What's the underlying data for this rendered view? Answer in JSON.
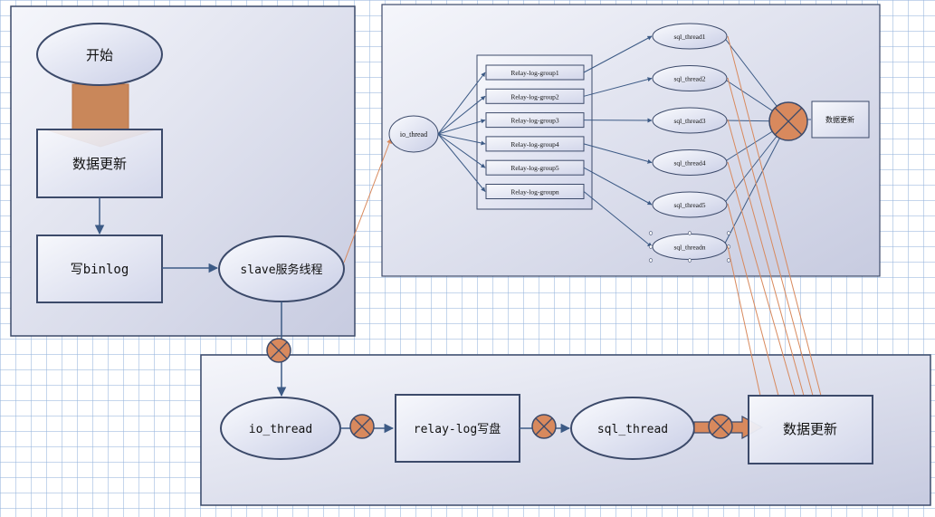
{
  "flow_left": {
    "start": "开始",
    "data_update": "数据更新",
    "write_binlog": "写binlog",
    "slave_thread": "slave服务线程"
  },
  "parallel": {
    "io_thread": "io_thread",
    "relay_groups": [
      "Relay-log-group1",
      "Relay-log-group2",
      "Relay-log-group3",
      "Relay-log-group4",
      "Relay-log-group5",
      "Relay-log-groupn"
    ],
    "sql_threads": [
      "sql_thread1",
      "sql_thread2",
      "sql_thread3",
      "sql_thread4",
      "sql_thread5",
      "sql_threadn"
    ],
    "data_update": "数据更新"
  },
  "serial": {
    "io_thread": "io_thread",
    "relay_write": "relay-log写盘",
    "sql_thread": "sql_thread",
    "data_update": "数据更新"
  },
  "colors": {
    "panel_stroke": "#3c4a6a",
    "shape_fill": "#e6e8f3",
    "connector": "#3c5a85",
    "orange": "#d8895d"
  }
}
